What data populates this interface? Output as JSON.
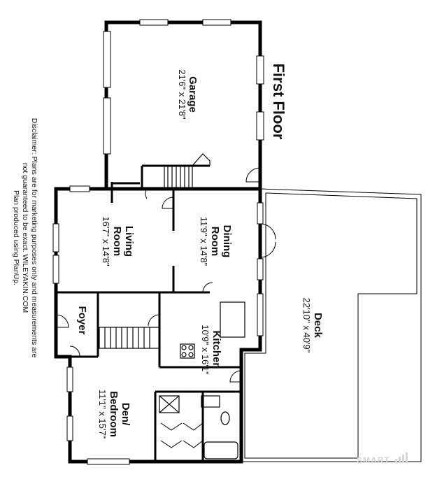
{
  "floor_title": "First Floor",
  "rooms": {
    "garage": {
      "name": "Garage",
      "dims": "21'6\" x 21'8\""
    },
    "living": {
      "name1": "Living",
      "name2": "Room",
      "dims": "16'7\" x 14'8\""
    },
    "dining": {
      "name1": "Dining",
      "name2": "Room",
      "dims": "11'9\" x 14'8\""
    },
    "foyer": {
      "name": "Foyer"
    },
    "kitchen": {
      "name": "Kitchen",
      "dims": "10'9\" x 16'1\""
    },
    "den": {
      "name1": "Den/",
      "name2": "Bedroom",
      "dims": "11'1\" x 15'7\""
    },
    "deck": {
      "name": "Deck",
      "dims": "22'10\" x 40'9\""
    }
  },
  "disclaimer": {
    "line1": "Disclaimer: Plans are for marketing purposes only and measurements are",
    "line2": "not guaranteed to be exact. WILEYAKIN.COM",
    "line3": "Plan produced using PlanUp."
  },
  "watermark": "SMART"
}
